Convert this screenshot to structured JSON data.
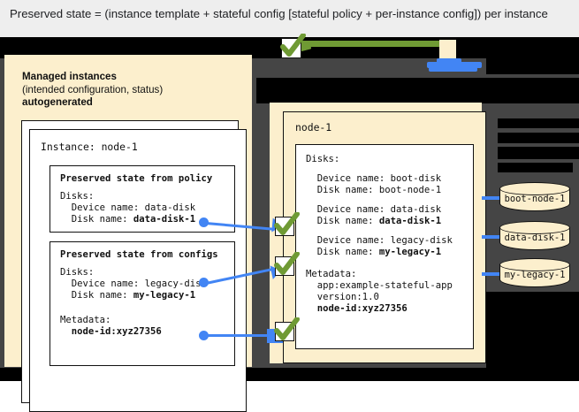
{
  "caption": {
    "text": "Preserved state = (instance template + stateful config [stateful policy + per-instance config]) per instance"
  },
  "colors": {
    "cream": "#fcefcd",
    "accent_blue": "#4285f4",
    "check_green": "#6f9a34",
    "stage_gray": "#454545",
    "redaction_black": "#000000",
    "caption_band": "#eeeeee"
  },
  "left_panel": {
    "title_line1": "Managed instances",
    "title_line2": "(intended configuration, status)",
    "title_line3": "autogenerated",
    "instance": {
      "header": "Instance: node-1",
      "policy_card": {
        "heading": "Preserved state from policy",
        "lines": [
          "Disks:",
          "  Device name: data-disk",
          "  Disk name: ",
          "data-disk-1"
        ],
        "line_disks": "Disks:",
        "line_device": "  Device name: data-disk",
        "line_diskname_label": "  Disk name: ",
        "line_diskname_value": "data-disk-1"
      },
      "configs_card": {
        "heading": "Preserved state from configs",
        "line_disks": "Disks:",
        "line_device": "  Device name: legacy-disk",
        "line_diskname_label": "  Disk name: ",
        "line_diskname_value": "my-legacy-1",
        "line_metadata": "Metadata:",
        "line_metadata_value": "  node-id:xyz27356"
      }
    }
  },
  "right_panel": {
    "node_title": "node-1",
    "lines": {
      "disks": "Disks:",
      "boot_device": "  Device name: boot-disk",
      "boot_diskname": "  Disk name: boot-node-1",
      "data_device": "  Device name: data-disk",
      "data_diskname_label": "  Disk name: ",
      "data_diskname_value": "data-disk-1",
      "legacy_device": "  Device name: legacy-disk",
      "legacy_diskname_label": "  Disk name: ",
      "legacy_diskname_value": "my-legacy-1",
      "metadata": "Metadata:",
      "metadata_app": "  app:example-stateful-app",
      "metadata_version": "  version:1.0",
      "metadata_nodeid": "  node-id:xyz27356"
    }
  },
  "disks": [
    {
      "label": "boot-node-1"
    },
    {
      "label": "data-disk-1"
    },
    {
      "label": "my-legacy-1"
    }
  ],
  "icons": {
    "check": "check-icon"
  }
}
